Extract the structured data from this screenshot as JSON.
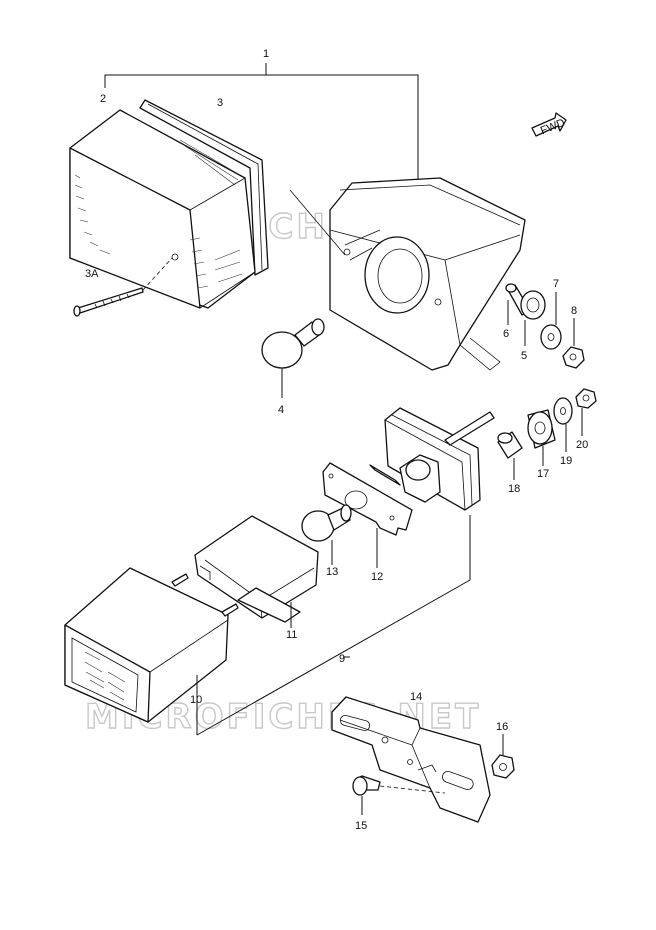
{
  "watermark": "MICROFICHES.NET",
  "fwd_label": "FWD",
  "labels": {
    "p1": "1",
    "p2": "2",
    "p3": "3",
    "p3a": "3A",
    "p4": "4",
    "p5": "5",
    "p6": "6",
    "p7": "7",
    "p8": "8",
    "p9": "9",
    "p10": "10",
    "p11": "11",
    "p12": "12",
    "p13": "13",
    "p14": "14",
    "p15": "15",
    "p16": "16",
    "p17": "17",
    "p18": "18",
    "p19": "19",
    "p20": "20"
  }
}
